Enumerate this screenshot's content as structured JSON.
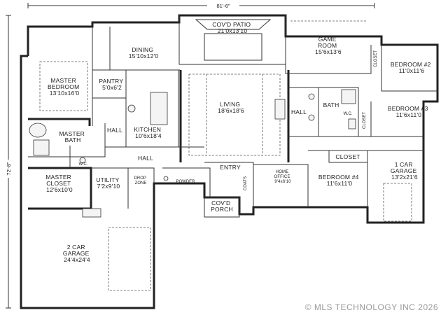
{
  "dimensions": {
    "width": "81'-6\"",
    "height": "72'-8\""
  },
  "rooms": [
    {
      "id": "patio",
      "name": "COV'D PATIO",
      "size": "21'0x13'10"
    },
    {
      "id": "dining",
      "name": "DINING",
      "size": "15'10x12'0"
    },
    {
      "id": "pantry",
      "name": "PANTRY",
      "size": "5'0x6'2"
    },
    {
      "id": "game",
      "name": "GAME ROOM",
      "size": "15'6x13'6"
    },
    {
      "id": "bed2",
      "name": "BEDROOM #2",
      "size": "11'0x11'6"
    },
    {
      "id": "master",
      "name": "MASTER BEDROOM",
      "size": "13'10x16'0"
    },
    {
      "id": "living",
      "name": "LIVING",
      "size": "18'6x18'6"
    },
    {
      "id": "bed3",
      "name": "BEDROOM #3",
      "size": "11'6x11'0"
    },
    {
      "id": "kitchen",
      "name": "KITCHEN",
      "size": "10'6x18'4"
    },
    {
      "id": "mbath",
      "name": "MASTER BATH",
      "size": ""
    },
    {
      "id": "mcloset",
      "name": "MASTER CLOSET",
      "size": "12'6x10'0"
    },
    {
      "id": "utility",
      "name": "UTILITY",
      "size": "7'2x9'10"
    },
    {
      "id": "office",
      "name": "HOME OFFICE",
      "size": "9'4x6'10"
    },
    {
      "id": "bed4",
      "name": "BEDROOM #4",
      "size": "11'6x11'0"
    },
    {
      "id": "garage1",
      "name": "1 CAR GARAGE",
      "size": "13'2x21'6"
    },
    {
      "id": "porch",
      "name": "COV'D PORCH",
      "size": ""
    },
    {
      "id": "garage2",
      "name": "2 CAR GARAGE",
      "size": "24'4x24'4"
    }
  ],
  "labels": {
    "hall_kitchen": "HALL",
    "hall_main": "HALL",
    "hall_right": "HALL",
    "bath": "BATH",
    "wc_master": "W.C.",
    "wc_bath": "W.C.",
    "entry": "ENTRY",
    "powder": "POWDER",
    "drop_zone": "DROP ZONE",
    "coats": "COATS",
    "closet_bed2": "CLOSET",
    "closet_bed3": "CLOSET",
    "closet_bed4": "CLOSET"
  },
  "watermark": "© MLS TECHNOLOGY INC 2026"
}
